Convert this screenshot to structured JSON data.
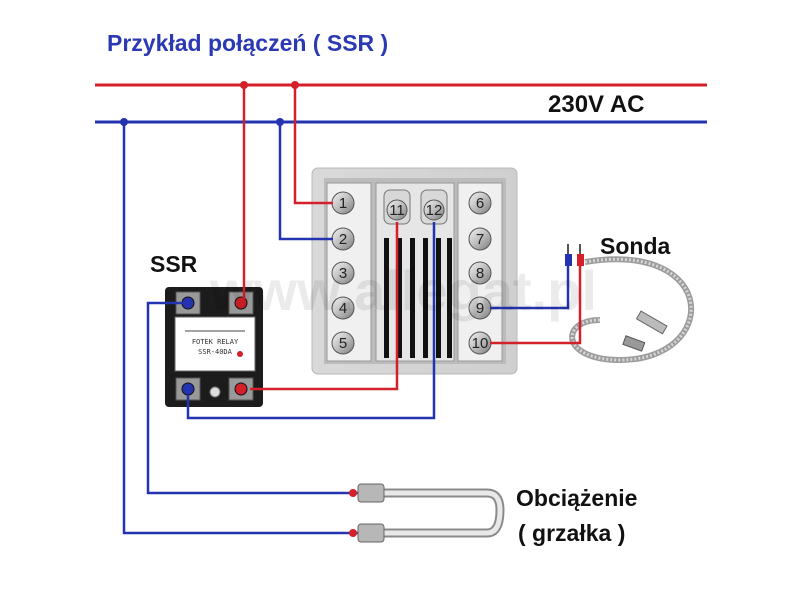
{
  "title": "Przykład połączeń ( SSR )",
  "power_label": "230V AC",
  "ssr_label": "SSR",
  "sensor_label": "Sonda",
  "load_label_line1": "Obciążenie",
  "load_label_line2": "( grzałka )",
  "ssr_device": {
    "brand_text": "FOTEK RELAY",
    "model_text": "SSR-40DA"
  },
  "controller_terminals": [
    "1",
    "2",
    "3",
    "4",
    "5",
    "6",
    "7",
    "8",
    "9",
    "10",
    "11",
    "12"
  ],
  "watermark": "www.allegat.pl",
  "colors": {
    "title": "#2b39b3",
    "live_wire": "#d4202a",
    "neutral_wire": "#2433b0",
    "text": "#111111"
  }
}
